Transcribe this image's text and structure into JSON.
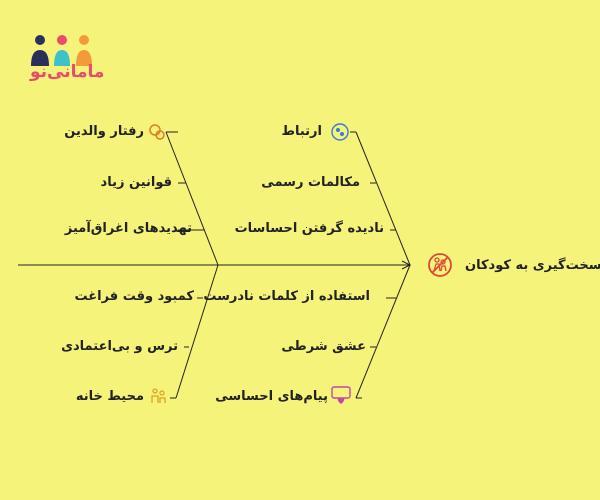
{
  "brand": {
    "name": "مامانی‌نو"
  },
  "effect": "سخت‌گیری به کودکان",
  "top_left": {
    "header": "رفتار والدین",
    "items": [
      "قوانین زیاد",
      "تهدیدهای اغراق‌آمیز"
    ]
  },
  "top_right": {
    "header": "ارتباط",
    "items": [
      "مکالمات رسمی",
      "نادیده گرفتن احساسات"
    ]
  },
  "bottom_left": {
    "header": "محیط خانه",
    "items": [
      "کمبود وقت فراغت",
      "ترس و بی‌اعتمادی"
    ]
  },
  "bottom_right": {
    "header": "پیام‌های احساسی",
    "items": [
      "استفاده از کلمات نادرست",
      "عشق شرطی"
    ]
  },
  "icons": {
    "top_left": "parent-icon",
    "top_right": "communication-icon",
    "bottom_left": "home-family-icon",
    "bottom_right": "message-heart-icon",
    "effect": "no-children-icon"
  },
  "colors": {
    "background": "#f6f37a",
    "brand_pink": "#e94b6c",
    "brand_navy": "#2b2f5a",
    "brand_orange": "#f39a3a",
    "brand_teal": "#3ec1c9",
    "effect_icon": "#e0463a"
  }
}
